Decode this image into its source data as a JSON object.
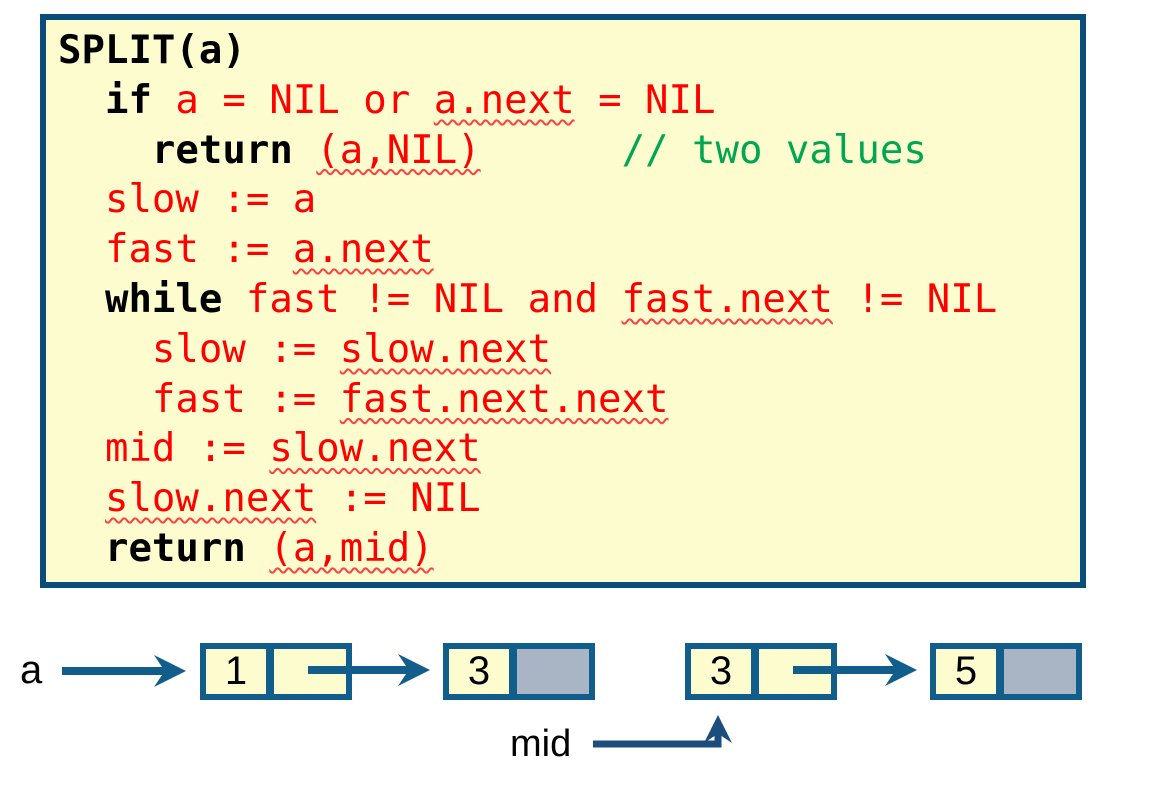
{
  "code_block": {
    "lines": [
      [
        {
          "t": "SPLIT(a)",
          "s": "kw"
        }
      ],
      [
        {
          "t": "  ",
          "s": "red"
        },
        {
          "t": "if",
          "s": "kw"
        },
        {
          "t": " a = NIL or ",
          "s": "red"
        },
        {
          "t": "a.next",
          "s": "sq"
        },
        {
          "t": " = NIL",
          "s": "red"
        }
      ],
      [
        {
          "t": "    ",
          "s": "red"
        },
        {
          "t": "return",
          "s": "kw"
        },
        {
          "t": " ",
          "s": "red"
        },
        {
          "t": "(a,NIL)",
          "s": "sq"
        },
        {
          "t": "      ",
          "s": "red"
        },
        {
          "t": "// two values",
          "s": "cmt"
        }
      ],
      [
        {
          "t": "  slow := a",
          "s": "red"
        }
      ],
      [
        {
          "t": "  fast := ",
          "s": "red"
        },
        {
          "t": "a.next",
          "s": "sq"
        }
      ],
      [
        {
          "t": "  ",
          "s": "red"
        },
        {
          "t": "while",
          "s": "kw"
        },
        {
          "t": " fast != NIL and ",
          "s": "red"
        },
        {
          "t": "fast.next",
          "s": "sq"
        },
        {
          "t": " != NIL",
          "s": "red"
        }
      ],
      [
        {
          "t": "    slow := ",
          "s": "red"
        },
        {
          "t": "slow.next",
          "s": "sq"
        }
      ],
      [
        {
          "t": "    fast := ",
          "s": "red"
        },
        {
          "t": "fast.next.next",
          "s": "sq"
        }
      ],
      [
        {
          "t": "  mid := ",
          "s": "red"
        },
        {
          "t": "slow.next",
          "s": "sq"
        }
      ],
      [
        {
          "t": "  ",
          "s": "red"
        },
        {
          "t": "slow.next",
          "s": "sq"
        },
        {
          "t": " := NIL",
          "s": "red"
        }
      ],
      [
        {
          "t": "  ",
          "s": "red"
        },
        {
          "t": "return",
          "s": "kw"
        },
        {
          "t": " ",
          "s": "red"
        },
        {
          "t": "(a,mid)",
          "s": "sq"
        }
      ]
    ]
  },
  "diagram": {
    "labels": {
      "head": "a",
      "mid": "mid"
    },
    "nodes": [
      {
        "value": "1",
        "pointer": "next"
      },
      {
        "value": "3",
        "pointer": "nil"
      },
      {
        "value": "3",
        "pointer": "next"
      },
      {
        "value": "5",
        "pointer": "nil"
      }
    ]
  },
  "colors": {
    "code_box_border": "#0a4d7a",
    "code_box_fill": "#fdfccf",
    "node_border_and_arrows": "#115e8c",
    "mid_arrow": "#1b4d7d",
    "nil_cell_gray": "#a9b4c4",
    "code_red": "#fe0000",
    "comment_green": "#00a650",
    "keyword_black": "#000000"
  }
}
